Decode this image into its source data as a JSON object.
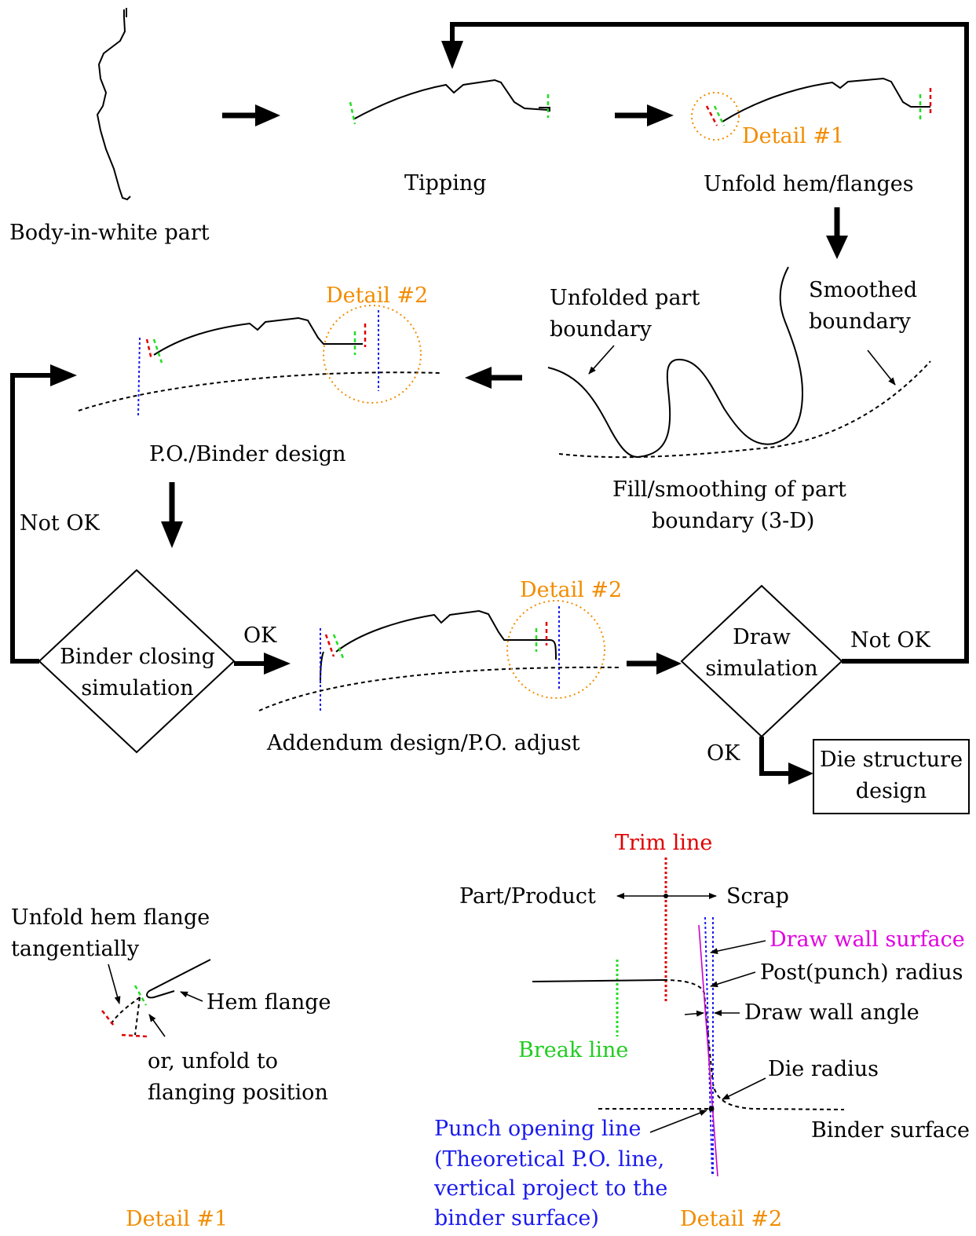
{
  "flow": {
    "body_in_white": "Body-in-white part",
    "tipping": "Tipping",
    "unfold": "Unfold hem/flanges",
    "detail1_tag": "Detail #1",
    "unfolded_boundary": [
      "Unfolded part",
      "boundary"
    ],
    "smoothed_boundary": [
      "Smoothed",
      "boundary"
    ],
    "fill_smoothing": [
      "Fill/smoothing of part",
      "boundary (3-D)"
    ],
    "detail2_tag": "Detail #2",
    "po_binder": "P.O./Binder design",
    "not_ok_left": "Not OK",
    "binder_closing": [
      "Binder closing",
      "simulation"
    ],
    "ok_binder": "OK",
    "addendum": "Addendum design/P.O. adjust",
    "draw_sim": [
      "Draw",
      "simulation"
    ],
    "not_ok_right": "Not OK",
    "ok_draw": "OK",
    "die_structure": [
      "Die structure",
      "design"
    ]
  },
  "detail1": {
    "unfold_tangent": [
      "Unfold hem flange",
      "tangentially"
    ],
    "hem_flange": "Hem flange",
    "or_unfold": [
      "or, unfold to",
      "flanging position"
    ],
    "caption": "Detail #1"
  },
  "detail2": {
    "trim_line": "Trim line",
    "part_product": "Part/Product",
    "scrap": "Scrap",
    "draw_wall_surface": "Draw wall surface",
    "post_radius": "Post(punch) radius",
    "draw_wall_angle": "Draw wall angle",
    "break_line": "Break line",
    "die_radius": "Die radius",
    "binder_surface": "Binder surface",
    "punch_opening": [
      "Punch opening line",
      "(Theoretical P.O. line,",
      "vertical project to the",
      "binder surface)"
    ],
    "caption": "Detail #2"
  },
  "colors": {
    "trim_red": "#e00000",
    "break_green": "#22dd22",
    "po_blue": "#1a1aee",
    "detail_orange": "#f28c00",
    "draw_wall_magenta": "#e000e0"
  }
}
